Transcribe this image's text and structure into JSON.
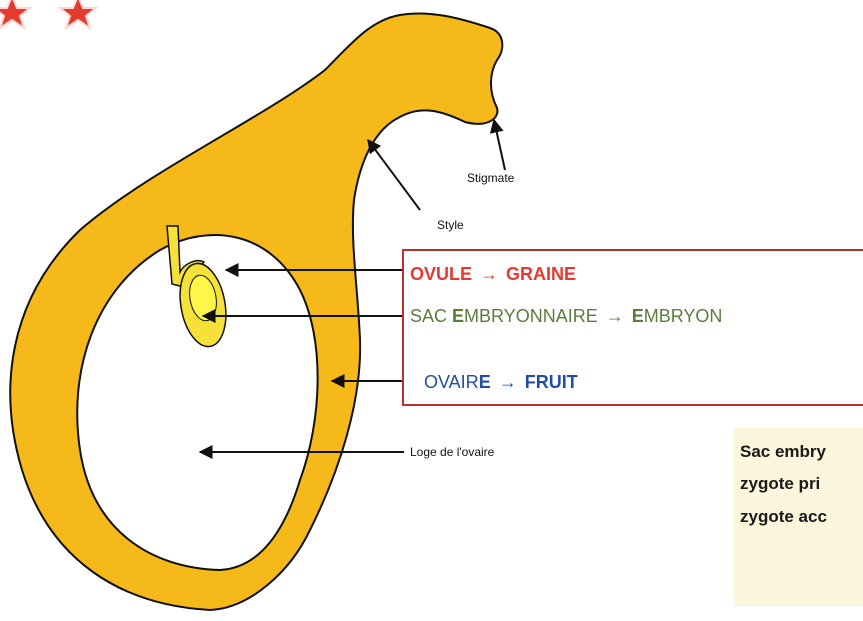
{
  "labels": {
    "stigmate": "Stigmate",
    "style": "Style",
    "loge": "Loge de l'ovaire"
  },
  "transformations": {
    "ovule": {
      "from": "OVULE",
      "arrow": "→",
      "to": "GRAINE"
    },
    "sac": {
      "from_prefix": "SAC ",
      "from_e": "E",
      "from_rest": "MBRYONNAIRE",
      "arrow": "→",
      "to_e": "E",
      "to_rest": "MBRYON"
    },
    "ovaire": {
      "from_prefix": "OVAIR",
      "from_e": "E",
      "arrow": "→",
      "to": "FRUIT"
    }
  },
  "note": {
    "lines": [
      "Sac embry",
      "zygote pri",
      "zygote acc"
    ]
  },
  "colors": {
    "ovary_fill": "#f6b91a",
    "ovule_fill": "#f6e13a",
    "box_border": "#c0302a",
    "ovule_text": "#e8382f",
    "sac_text": "#5a7d3a",
    "ovaire_text": "#1f4fa3",
    "star": "#e23b2f"
  },
  "icons": [
    "star-icon",
    "star-icon"
  ]
}
